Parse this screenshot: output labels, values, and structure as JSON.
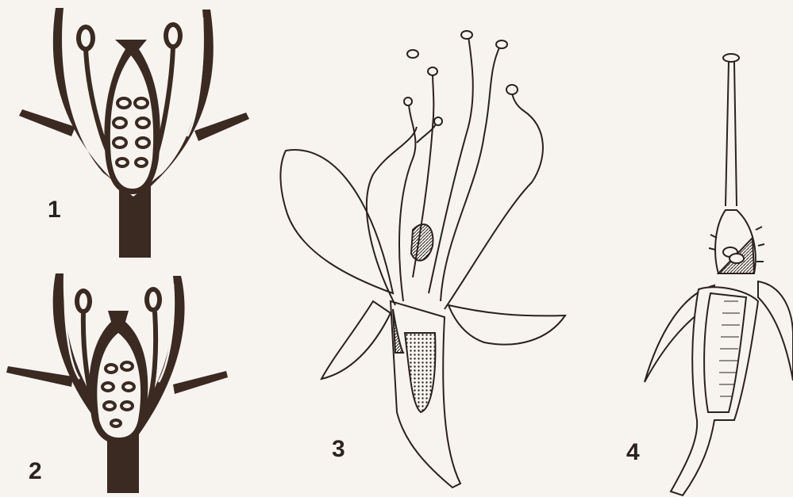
{
  "figures": [
    {
      "label": "1"
    },
    {
      "label": "2"
    },
    {
      "label": "3"
    },
    {
      "label": "4"
    }
  ],
  "colors": {
    "ink": "#3a2a22",
    "paper": "#f7f4f0",
    "line": "#2a2220"
  }
}
